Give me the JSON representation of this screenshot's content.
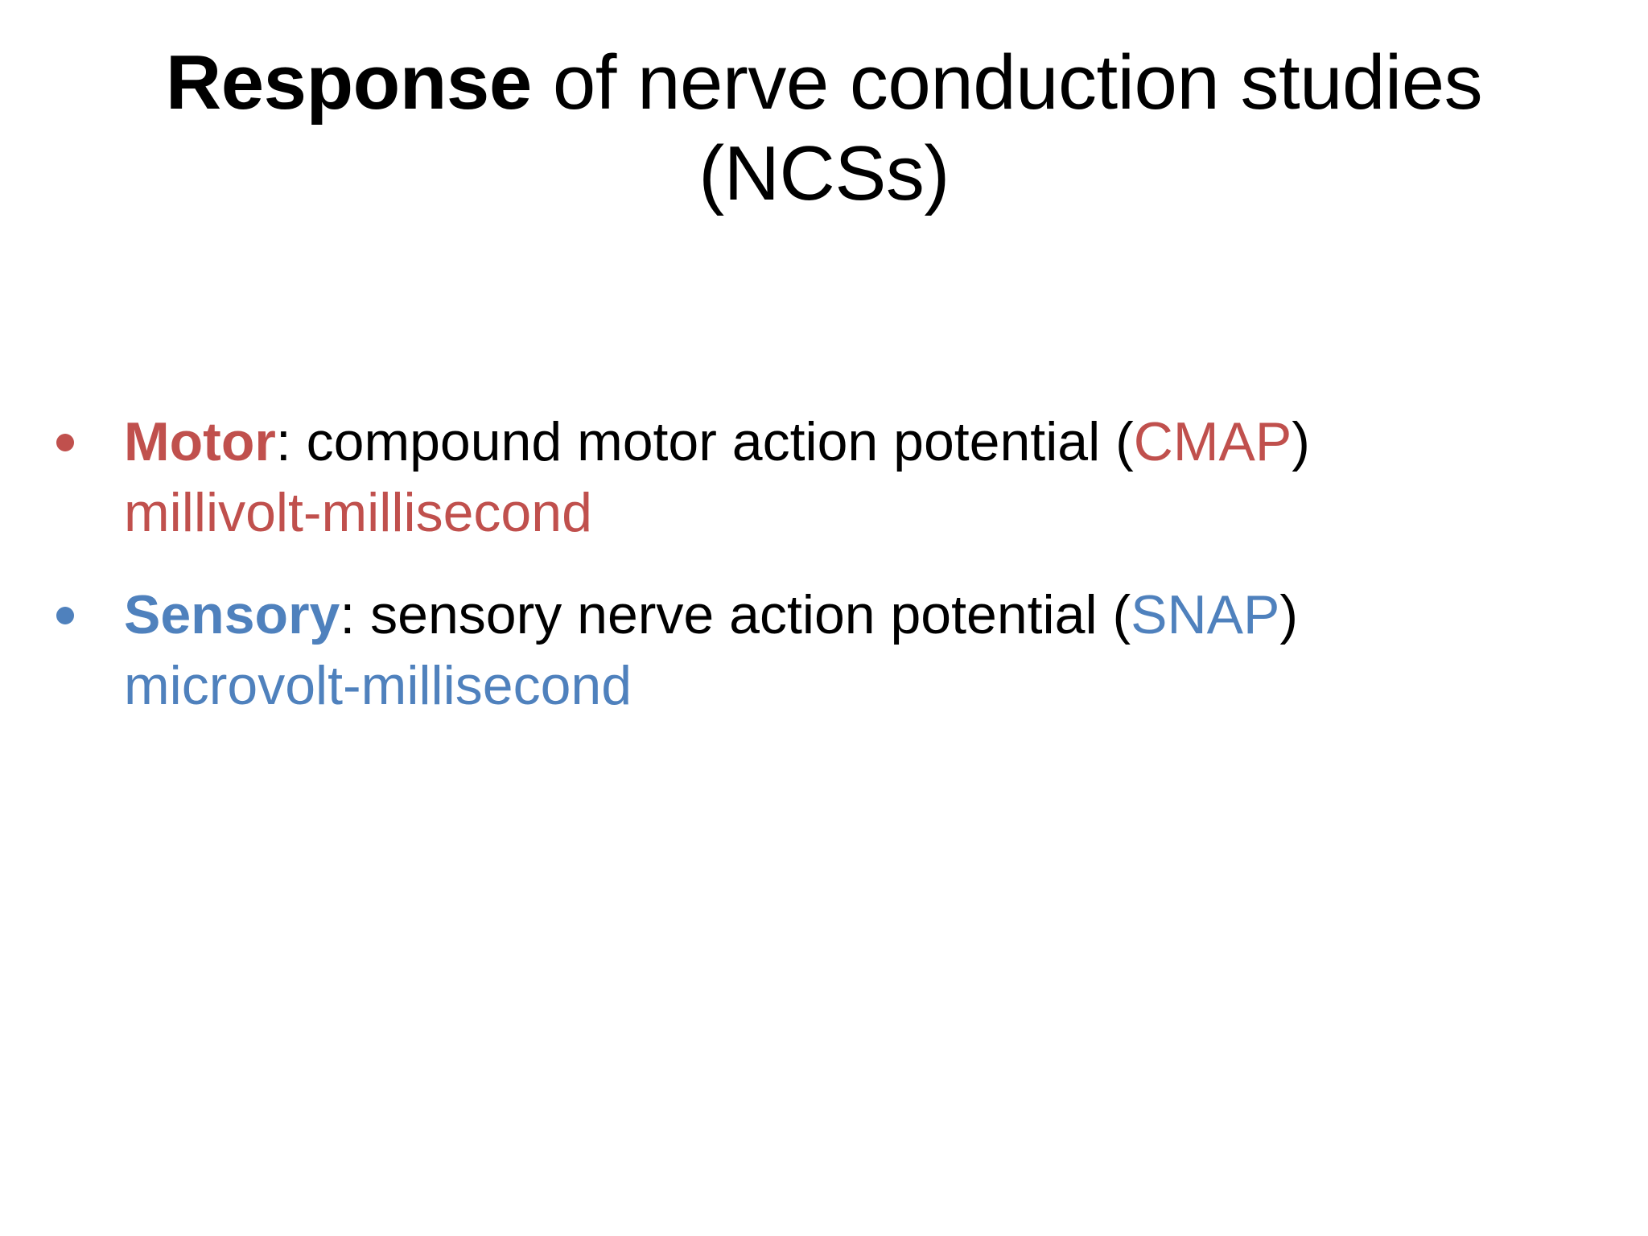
{
  "slide": {
    "background_color": "#FFFFFF",
    "title": {
      "emphasis": "Response",
      "remainder": " of nerve conduction studies (NCSs)",
      "full_text": "Response of nerve conduction studies (NCSs)",
      "color": "#000000"
    },
    "bullets": [
      {
        "marker": "bullet-dot",
        "marker_color": "#C0504D",
        "lead_label": "Motor",
        "lead_color": "#C0504D",
        "separator": ": ",
        "description": "compound motor action potential ",
        "open_paren": "(",
        "abbreviation": "CMAP",
        "abbreviation_color": "#C0504D",
        "close_paren": ")",
        "units": "millivolt-millisecond",
        "units_color": "#C0504D"
      },
      {
        "marker": "bullet-dot",
        "marker_color": "#4F81BD",
        "lead_label": "Sensory",
        "lead_color": "#4F81BD",
        "separator": ": ",
        "description": "sensory nerve action potential ",
        "open_paren": "(",
        "abbreviation": "SNAP",
        "abbreviation_color": "#4F81BD",
        "close_paren": ")",
        "units": "microvolt-millisecond",
        "units_color": "#4F81BD"
      }
    ]
  }
}
